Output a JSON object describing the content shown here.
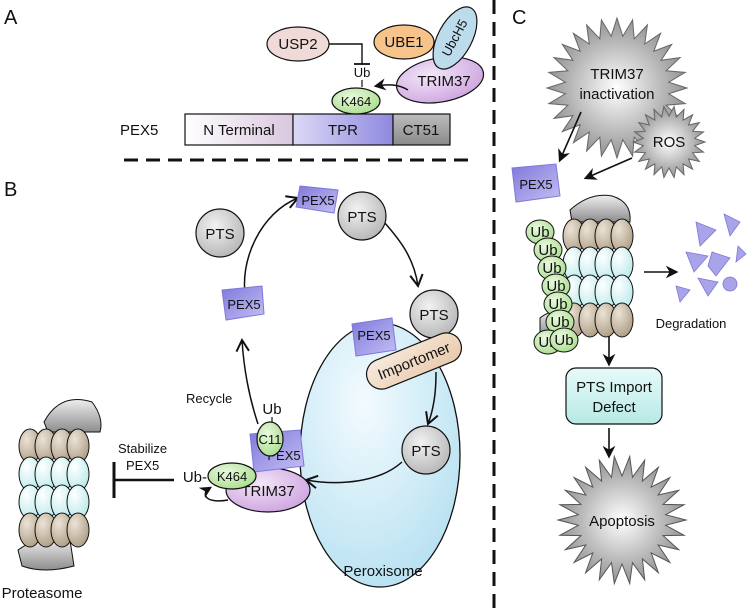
{
  "panels": {
    "a": "A",
    "b": "B",
    "c": "C"
  },
  "panel_a": {
    "usp2": "USP2",
    "ube1": "UBE1",
    "ubch5": "UbcH5",
    "trim37": "TRIM37",
    "ub": "Ub",
    "k464": "K464",
    "pex5": "PEX5",
    "n_terminal": "N Terminal",
    "tpr": "TPR",
    "ct51": "CT51"
  },
  "panel_b": {
    "pts_top_left": "PTS",
    "pex5_top": "PEX5",
    "pts_top": "PTS",
    "pex5_left": "PEX5",
    "pex5_docked": "PEX5",
    "pts_docked": "PTS",
    "importomer": "Importomer",
    "pts_lower": "PTS",
    "recycle": "Recycle",
    "ub": "Ub",
    "c11": "C11",
    "pex5_bottom": "PEX5",
    "ub_prefix": "Ub-",
    "k464": "K464",
    "trim37": "TRIM37",
    "stabilize_line1": "Stabilize",
    "stabilize_line2": "PEX5",
    "peroxisome": "Peroxisome",
    "proteasome": "Proteasome"
  },
  "panel_c": {
    "trim37_line1": "TRIM37",
    "trim37_line2": "inactivation",
    "ros": "ROS",
    "pex5": "PEX5",
    "ub_chain": [
      "Ub",
      "Ub",
      "Ub",
      "Ub",
      "Ub",
      "Ub",
      "Ub",
      "Ub"
    ],
    "degradation": "Degradation",
    "defect_line1": "PTS Import",
    "defect_line2": "Defect",
    "apoptosis": "Apoptosis"
  },
  "colors": {
    "pex5": "#9c95e3",
    "pts": "#c8c8c8",
    "ub_green": "#c9edb4",
    "trim37": "#d7b6e6",
    "usp2": "#efdad7",
    "ube1": "#f6c48b",
    "ubch5": "#bcdcec",
    "importomer": "#f1dcc6",
    "peroxisome": "#cfe9f5",
    "proteasome_tan": "#cdbfab",
    "proteasome_cyan": "#d9f4f4",
    "defect_box": "#c9f0ee",
    "burst": "#8a8a8a"
  }
}
